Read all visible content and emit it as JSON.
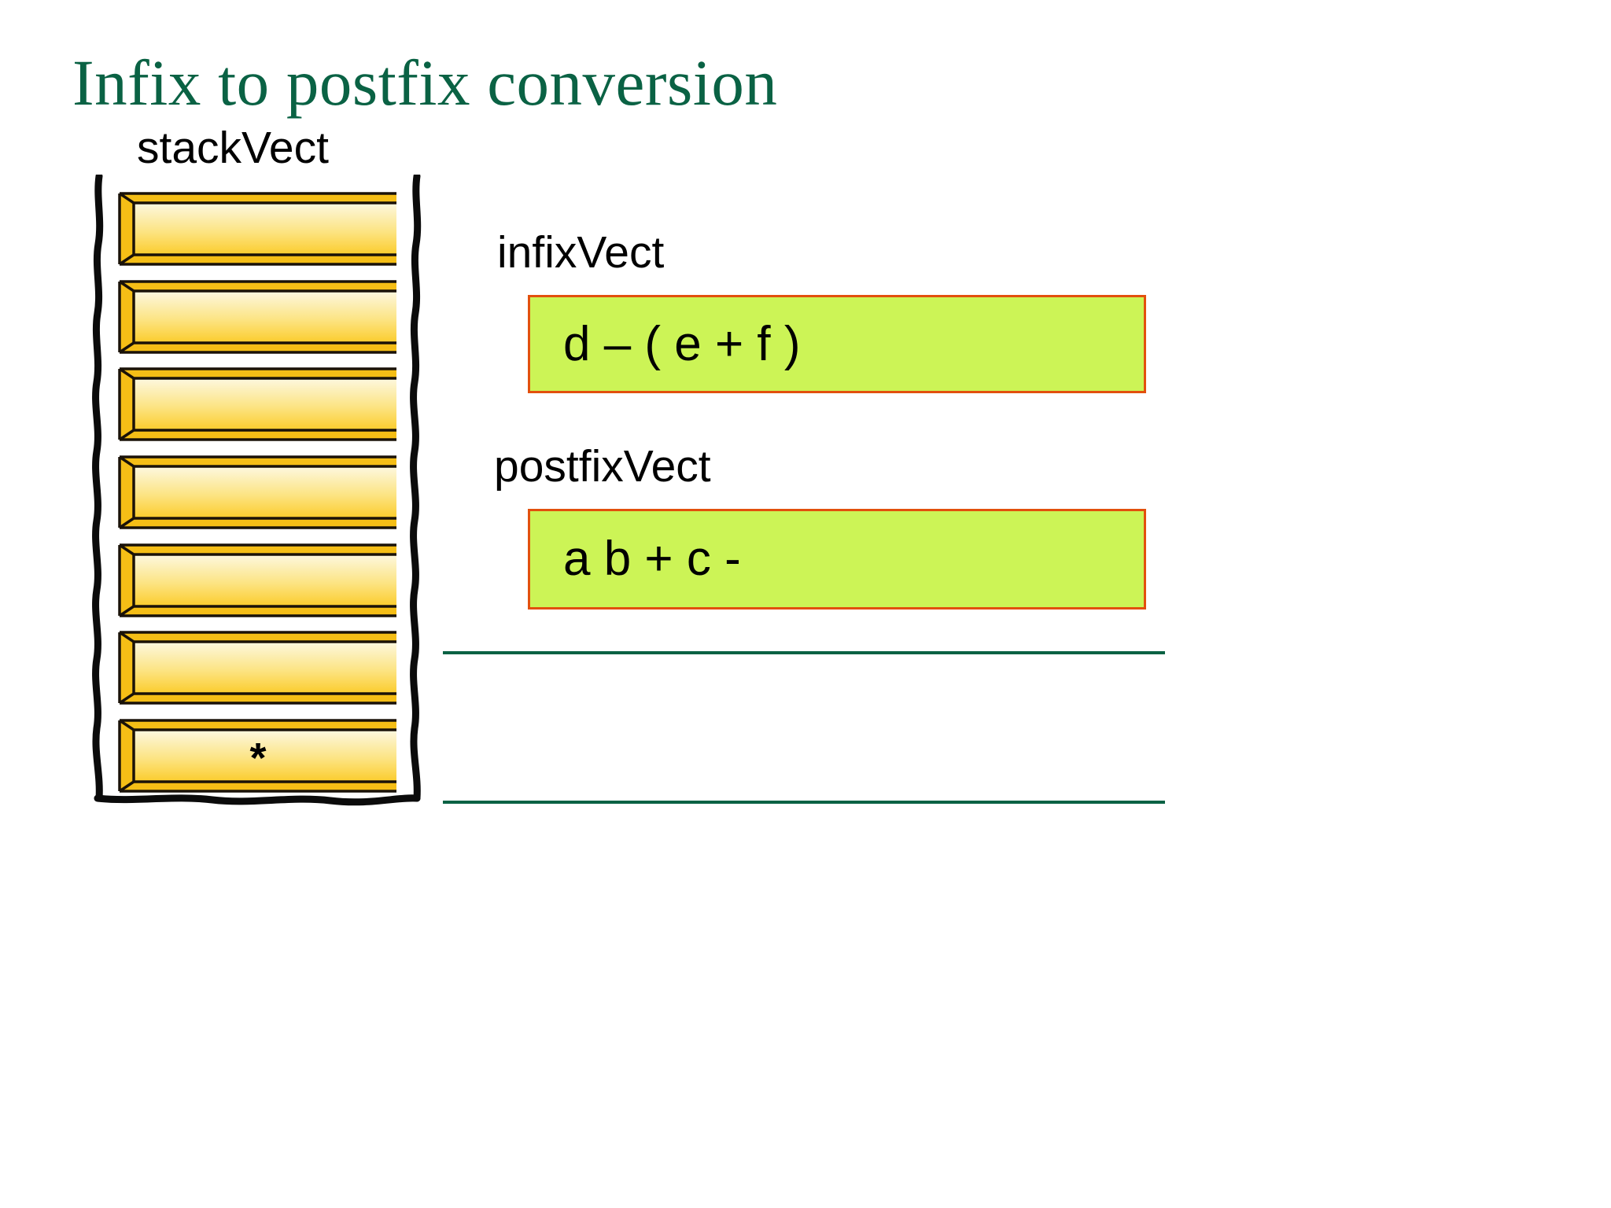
{
  "slide": {
    "title": "Infix to postfix conversion",
    "background_color": "#FFFFFF",
    "title_color": "#0A6244"
  },
  "stack": {
    "label": "stackVect",
    "capacity": 7,
    "cell_fill_top": "#FDF6D8",
    "cell_fill_bottom": "#FBCD2E",
    "cell_border_color": "#1A1208",
    "bracket_color": "#0B0B0B",
    "cells": [
      {
        "index": 6,
        "value": ""
      },
      {
        "index": 5,
        "value": ""
      },
      {
        "index": 4,
        "value": ""
      },
      {
        "index": 3,
        "value": ""
      },
      {
        "index": 2,
        "value": ""
      },
      {
        "index": 1,
        "value": ""
      },
      {
        "index": 0,
        "value": "*"
      }
    ]
  },
  "infix": {
    "label": "infixVect",
    "expression": "d – ( e + f )",
    "box_fill": "#CCF456",
    "box_border": "#E2500D"
  },
  "postfix": {
    "label": "postfixVect",
    "expression": "a b + c -",
    "box_fill": "#CCF456",
    "box_border": "#E2500D"
  },
  "rules": {
    "color": "#0A6244",
    "count": 2
  }
}
